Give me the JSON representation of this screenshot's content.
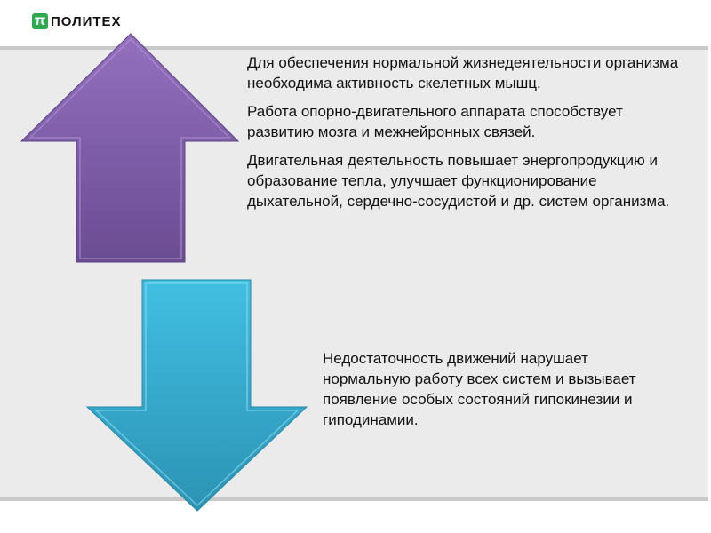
{
  "logo": {
    "mark": "π",
    "text": "ПОЛИТЕХ"
  },
  "colors": {
    "up_arrow": "#7f5fa8",
    "down_arrow": "#36a9cc",
    "band": "#ebebeb"
  },
  "upper_text": [
    "Для обеспечения нормальной жизнедеятельности организма необходима активность скелетных мышц.",
    "Работа опорно-двигательного аппарата способствует развитию мозга и межнейронных связей.",
    "Двигательная деятельность повышает энергопродукцию и образование тепла, улучшает функционирование дыхательной, сердечно-сосудистой и др. систем организма."
  ],
  "lower_text": "Недостаточность движений нарушает нормальную работу всех систем и вызывает появление особых состояний гипокинезии и гиподинамии."
}
